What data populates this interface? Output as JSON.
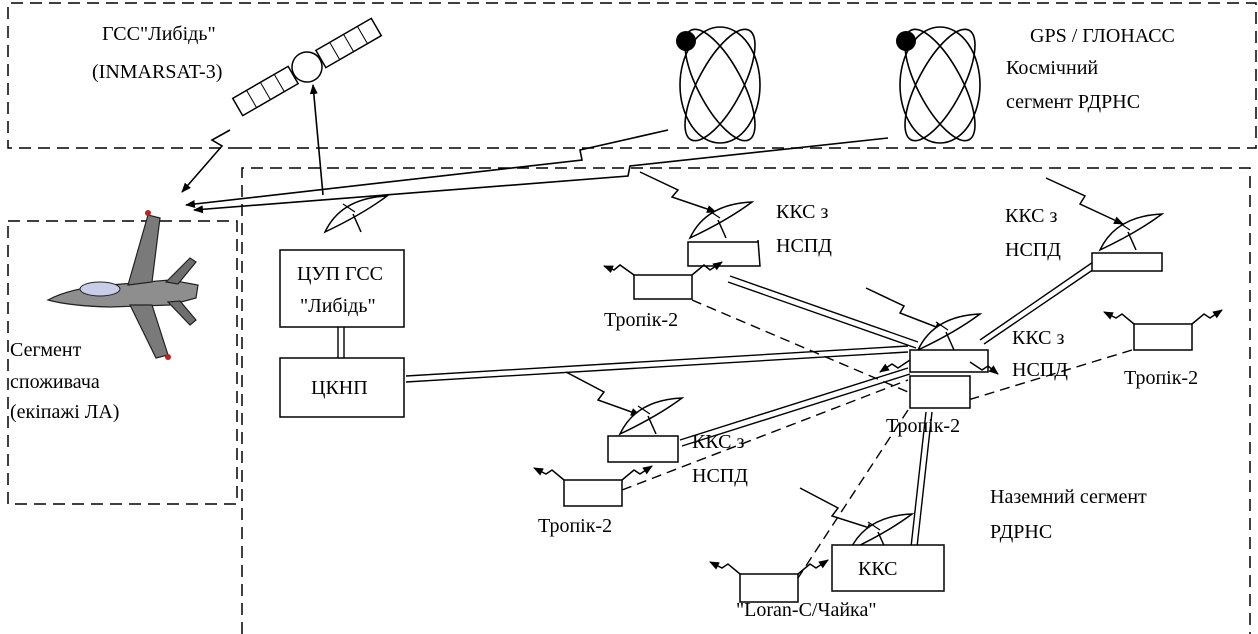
{
  "space_segment": {
    "gss_line1": "ГСС\"Либідь\"",
    "gss_line2": "(INMARSAT-3)",
    "gnss_title": "GPS / ГЛОНАСС",
    "space_line1": "Космічний",
    "space_line2": "сегмент РДРНС"
  },
  "user_segment": {
    "line1": "Сегмент",
    "line2": "споживача",
    "line3": "(екіпажі ЛА)"
  },
  "centers": {
    "cup_line1": "ЦУП ГСС",
    "cup_line2": "\"Либідь\"",
    "cknp": "ЦКНП"
  },
  "stations": {
    "kks_top_line1": "ККС з",
    "kks_top_line2": "НСПД",
    "kks_right_line1": "ККС з",
    "kks_right_line2": "НСПД",
    "kks_center_line1": "ККС з",
    "kks_center_line2": "НСПД",
    "kks_lower_line1": "ККС з",
    "kks_lower_line2": "НСПД",
    "kks_bottom": "ККС"
  },
  "beacons": {
    "tropik_upper_left": "Тропік-2",
    "tropik_right": "Тропік-2",
    "tropik_center": "Тропік-2",
    "tropik_lower_left": "Тропік-2",
    "loran": "\"Loran-C/Чайка\""
  },
  "ground_segment": {
    "line1": "Наземний сегмент",
    "line2": "РДРНС"
  }
}
